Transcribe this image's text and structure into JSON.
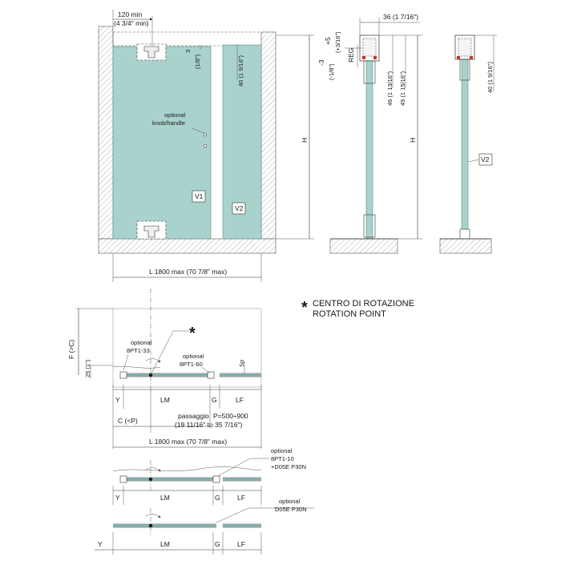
{
  "colors": {
    "glass": "#a9d2cc",
    "glass_edge": "#5e8f88",
    "line": "#333333",
    "wall_hatch": "#999999",
    "seal": "#c0392b"
  },
  "icons": {
    "rotation_marker": "asterisk-icon"
  },
  "elevation": {
    "min_gap": "120 min",
    "min_gap_in": "(4  3/4\" min)",
    "top_gap": "3",
    "top_gap_in": "(1/8\")",
    "v2_dim": "40 (1  9/16\")",
    "knob_note_1": "optional",
    "knob_note_2": "knob/handle",
    "panel_v1": "V1",
    "panel_v2": "V2",
    "height_label": "H",
    "width_dim": "L 1800 max (70  7/8\" max)"
  },
  "section_a": {
    "width_dim": "36 (1  7/16\")",
    "adj_up": "+5",
    "adj_up_in": "(+3/16\")",
    "adj_down": "-3",
    "adj_down_in": "(-1/8\")",
    "reg": "REG",
    "dim_46": "46 (1  13/16\")",
    "dim_49": "49 (1  15/16\")",
    "height_label": "H"
  },
  "section_b": {
    "dim_40": "40 (1  9/16\")",
    "panel_label": "V2"
  },
  "legend": {
    "line1": "CENTRO DI ROTAZIONE",
    "line2": "ROTATION POINT"
  },
  "plan_top": {
    "star": "*",
    "opt1_a": "optional",
    "opt1_b": "8PT1-33",
    "opt2_a": "optional",
    "opt2_b": "8PT1-60",
    "f_label": "F  (>C)",
    "dim_25": "25 (1\")",
    "sp": "Sp",
    "y": "Y",
    "lm": "LM",
    "g": "G",
    "lf": "LF",
    "c": "C (<P)",
    "pass_1": "passaggio",
    "pass_2": "P=500÷900",
    "pass_3": "(19  11/16\" to 35  7/16\")",
    "width_dim": "L 1800 max (70  7/8\" max)"
  },
  "plan_mid": {
    "opt_a": "optional",
    "opt_b": "8PT1-10",
    "opt_c": "+D05E P30N",
    "y": "Y",
    "lm": "LM",
    "g": "G",
    "lf": "LF"
  },
  "plan_bot": {
    "opt_a": "optional",
    "opt_b": "D05E P30N",
    "y": "Y",
    "lm": "LM",
    "g": "G",
    "lf": "LF"
  }
}
